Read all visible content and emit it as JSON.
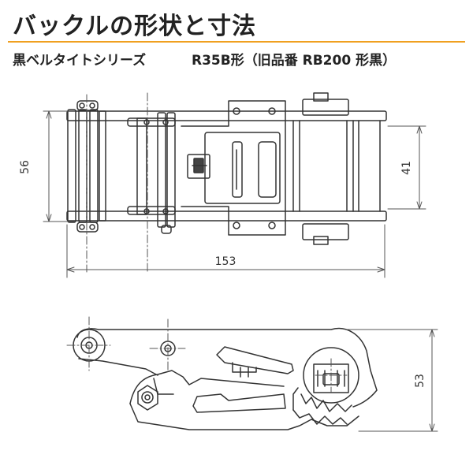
{
  "header": {
    "title": "バックルの形状と寸法",
    "series": "黒ベルタイトシリーズ",
    "model": "R35B形（旧品番 RB200 形黒）"
  },
  "colors": {
    "accent_rule": "#f0a020",
    "line": "#333333"
  },
  "dimensions": {
    "total_length": "153",
    "outer_width": "56",
    "belt_width": "41",
    "height": "53"
  }
}
